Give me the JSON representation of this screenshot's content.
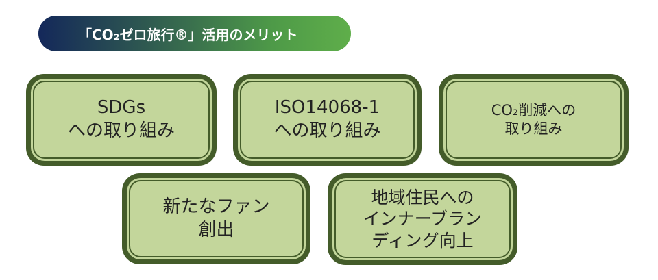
{
  "title": "「CO₂ゼロ旅行®」活用のメリット",
  "boxes": [
    {
      "lines": [
        "SDGs",
        "への取り組み"
      ]
    },
    {
      "lines": [
        "ISO14068-1",
        "への取り組み"
      ]
    },
    {
      "lines": [
        "CO₂削減への",
        "取り組み"
      ]
    },
    {
      "lines": [
        "新たなファン",
        "創出"
      ]
    },
    {
      "lines": [
        "地域住民への",
        "インナーブラン",
        "ディング向上"
      ]
    }
  ],
  "colors": {
    "border": "#445c2a",
    "fill": "#c3d69b"
  }
}
